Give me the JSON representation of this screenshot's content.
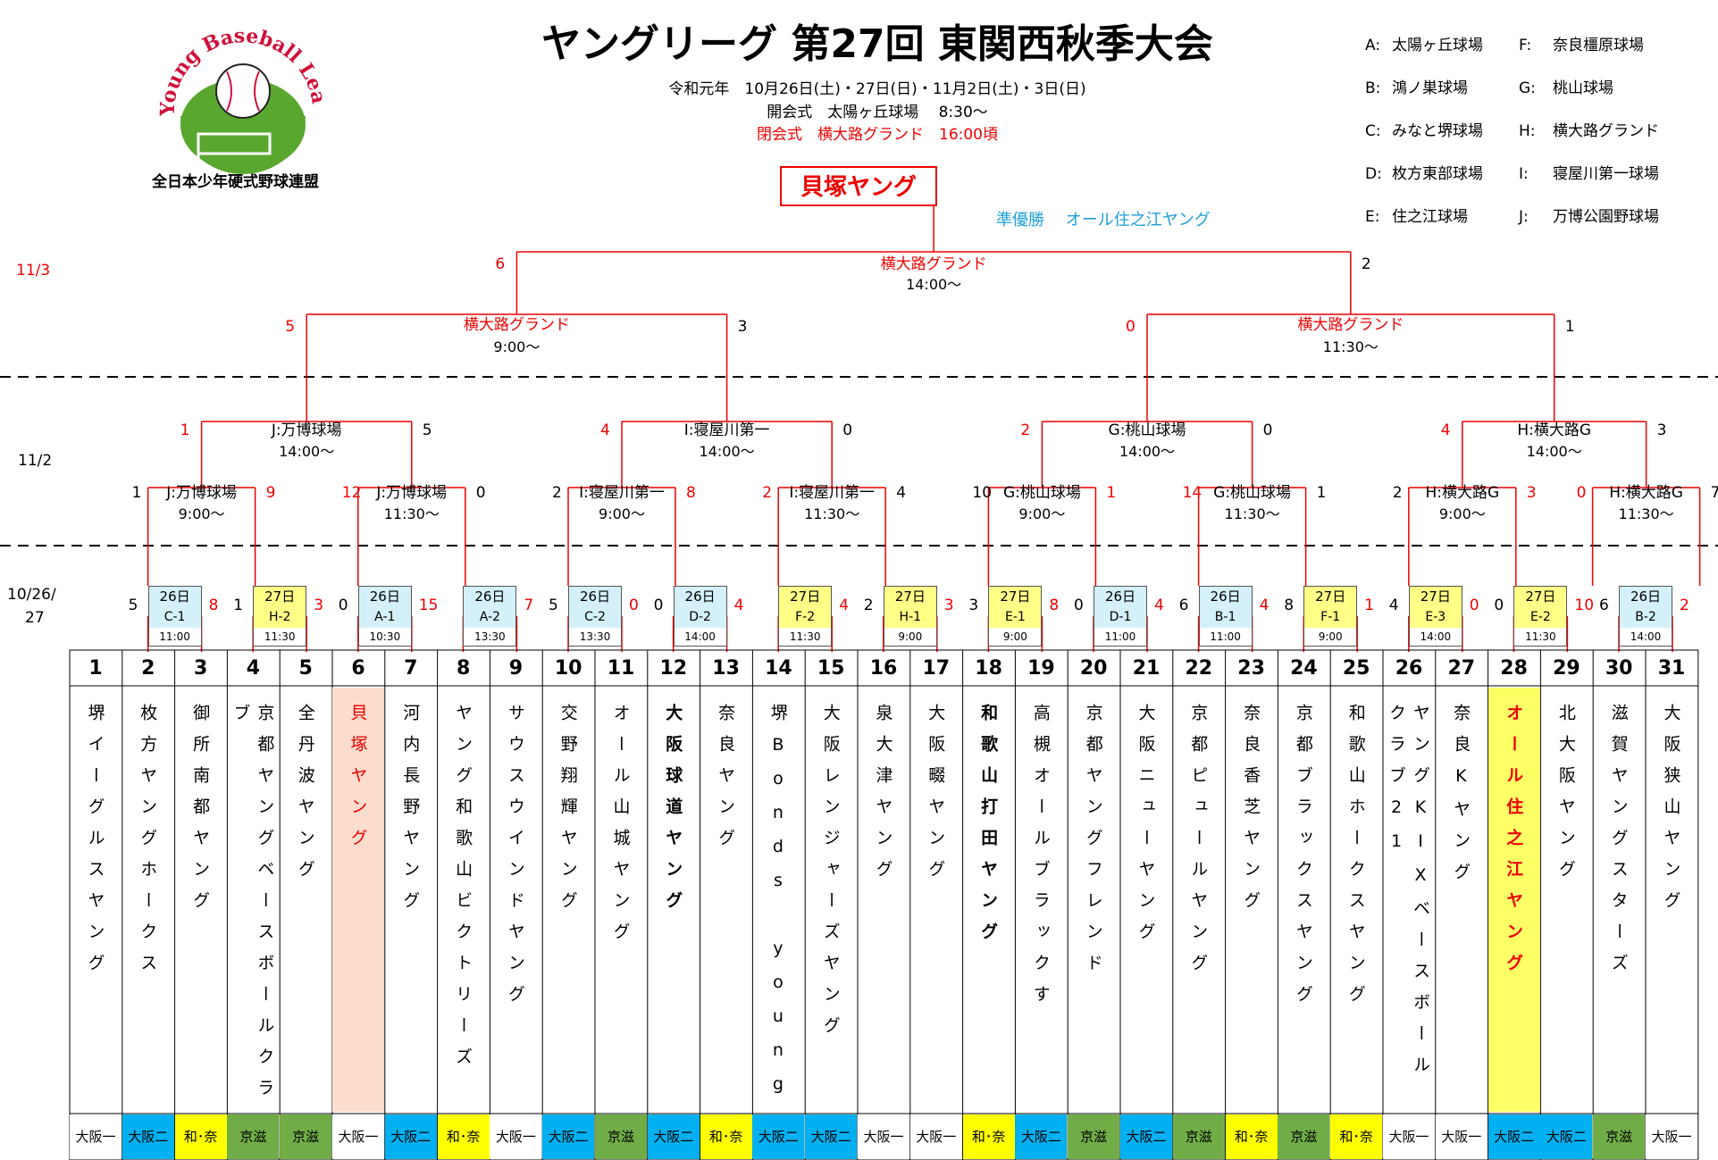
{
  "title": "ヤングリーグ 第27回 東関西秋季大会",
  "subtitle": "令和元年　10月26日(土)・27日(日)・11月2日(土)・3日(日)",
  "opening": "開会式　太陽ヶ丘球場　 8:30～",
  "closing": "閉会式　横大路グランド　16:00頃",
  "logo": {
    "arc_text": "Young Baseball League",
    "org": "全日本少年硬式野球連盟"
  },
  "champion": "貝塚ヤング",
  "runner_up": "準優勝　 オール住之江ヤング",
  "venues_legend": [
    {
      "key": "A:",
      "name": "太陽ヶ丘球場"
    },
    {
      "key": "F:",
      "name": "奈良橿原球場"
    },
    {
      "key": "B:",
      "name": "鴻ノ巣球場"
    },
    {
      "key": "G:",
      "name": "桃山球場"
    },
    {
      "key": "C:",
      "name": "みなと堺球場"
    },
    {
      "key": "H:",
      "name": "横大路グランド"
    },
    {
      "key": "D:",
      "name": "枚方東部球場"
    },
    {
      "key": "I:",
      "name": "寝屋川第一球場"
    },
    {
      "key": "E:",
      "name": "住之江球場"
    },
    {
      "key": "J:",
      "name": "万博公園野球場"
    }
  ],
  "dates": {
    "d113": "11/3",
    "d112": "11/2",
    "d1026a": "10/26/",
    "d1026b": "27"
  },
  "final": {
    "venue": "横大路グランド",
    "time": "14:00～",
    "left_score": "6",
    "right_score": "2"
  },
  "semis": [
    {
      "venue": "横大路グランド",
      "time": "9:00～",
      "left_score": "5",
      "right_score": "3"
    },
    {
      "venue": "横大路グランド",
      "time": "11:30～",
      "left_score": "0",
      "right_score": "1"
    }
  ],
  "quarters": [
    {
      "venue": "J:万博球場",
      "time": "14:00～",
      "ls": "1",
      "rs": "5"
    },
    {
      "venue": "I:寝屋川第一",
      "time": "14:00～",
      "ls": "4",
      "rs": "0"
    },
    {
      "venue": "G:桃山球場",
      "time": "14:00～",
      "ls": "2",
      "rs": "0"
    },
    {
      "venue": "H:横大路G",
      "time": "14:00～",
      "ls": "4",
      "rs": "3"
    }
  ],
  "round2": [
    {
      "venue": "J:万博球場",
      "time": "9:00～",
      "ls": "1",
      "rs": "9"
    },
    {
      "venue": "J:万博球場",
      "time": "11:30～",
      "ls": "12",
      "rs": "0"
    },
    {
      "venue": "I:寝屋川第一",
      "time": "9:00～",
      "ls": "2",
      "rs": "8"
    },
    {
      "venue": "I:寝屋川第一",
      "time": "11:30～",
      "ls": "2",
      "rs": "4"
    },
    {
      "venue": "G:桃山球場",
      "time": "9:00～",
      "ls": "10",
      "rs": "1"
    },
    {
      "venue": "G:桃山球場",
      "time": "11:30～",
      "ls": "14",
      "rs": "1"
    },
    {
      "venue": "H:横大路G",
      "time": "9:00～",
      "ls": "2",
      "rs": "3"
    },
    {
      "venue": "H:横大路G",
      "time": "11:30～",
      "ls": "0",
      "rs": "7"
    }
  ],
  "round1": [
    {
      "day": "26日",
      "code": "C-1",
      "time": "11:00",
      "ls": "5",
      "rs": "8",
      "color": "#d4f0f8"
    },
    {
      "day": "27日",
      "code": "H-2",
      "time": "11:30",
      "ls": "1",
      "rs": "3",
      "color": "#ffff88"
    },
    {
      "day": "26日",
      "code": "A-1",
      "time": "10:30",
      "ls": "0",
      "rs": "15",
      "color": "#d4f0f8"
    },
    {
      "day": "26日",
      "code": "A-2",
      "time": "13:30",
      "ls": "",
      "rs": "7",
      "color": "#d4f0f8"
    },
    {
      "day": "26日",
      "code": "C-2",
      "time": "13:30",
      "ls": "5",
      "rs": "0",
      "color": "#d4f0f8"
    },
    {
      "day": "26日",
      "code": "D-2",
      "time": "14:00",
      "ls": "0",
      "rs": "4",
      "color": "#d4f0f8"
    },
    {
      "day": "27日",
      "code": "F-2",
      "time": "11:30",
      "ls": "",
      "rs": "4",
      "color": "#ffff88"
    },
    {
      "day": "27日",
      "code": "H-1",
      "time": "9:00",
      "ls": "2",
      "rs": "3",
      "color": "#ffff88"
    },
    {
      "day": "27日",
      "code": "E-1",
      "time": "9:00",
      "ls": "3",
      "rs": "8",
      "color": "#ffff88"
    },
    {
      "day": "26日",
      "code": "D-1",
      "time": "11:00",
      "ls": "0",
      "rs": "4",
      "color": "#d4f0f8"
    },
    {
      "day": "26日",
      "code": "B-1",
      "time": "11:00",
      "ls": "6",
      "rs": "4",
      "color": "#d4f0f8"
    },
    {
      "day": "27日",
      "code": "F-1",
      "time": "9:00",
      "ls": "8",
      "rs": "1",
      "color": "#ffff88"
    },
    {
      "day": "27日",
      "code": "E-3",
      "time": "14:00",
      "ls": "4",
      "rs": "0",
      "color": "#ffff88"
    },
    {
      "day": "27日",
      "code": "E-2",
      "time": "11:30",
      "ls": "0",
      "rs": "10",
      "color": "#ffff88"
    },
    {
      "day": "26日",
      "code": "B-2",
      "time": "14:00",
      "ls": "6",
      "rs": "2",
      "color": "#d4f0f8"
    }
  ],
  "teams": [
    {
      "n": "1",
      "name": "堺イーグルスヤング",
      "region": "大阪一",
      "rc": "#ffffff"
    },
    {
      "n": "2",
      "name": "枚方ヤングホークス",
      "region": "大阪二",
      "rc": "#00b0f0"
    },
    {
      "n": "3",
      "name": "御所南都ヤング",
      "region": "和･奈",
      "rc": "#ffff00"
    },
    {
      "n": "4",
      "name": "京都ヤングベースボールクラブ",
      "region": "京滋",
      "rc": "#70ad47"
    },
    {
      "n": "5",
      "name": "全丹波ヤング",
      "region": "京滋",
      "rc": "#70ad47"
    },
    {
      "n": "6",
      "name": "貝塚ヤング",
      "region": "大阪一",
      "rc": "#ffffff",
      "hl": "hl"
    },
    {
      "n": "7",
      "name": "河内長野ヤング",
      "region": "大阪二",
      "rc": "#00b0f0"
    },
    {
      "n": "8",
      "name": "ヤング和歌山ビクトリーズ",
      "region": "和･奈",
      "rc": "#ffff00"
    },
    {
      "n": "9",
      "name": "サウスウインドヤング",
      "region": "大阪一",
      "rc": "#ffffff"
    },
    {
      "n": "10",
      "name": "交野翔輝ヤング",
      "region": "大阪二",
      "rc": "#00b0f0"
    },
    {
      "n": "11",
      "name": "オール山城ヤング",
      "region": "京滋",
      "rc": "#70ad47"
    },
    {
      "n": "12",
      "name": "大阪球道ヤング",
      "region": "大阪二",
      "rc": "#00b0f0",
      "hl": "bold"
    },
    {
      "n": "13",
      "name": "奈良ヤング",
      "region": "和･奈",
      "rc": "#ffff00"
    },
    {
      "n": "14",
      "name": "堺Bonds young",
      "region": "大阪二",
      "rc": "#00b0f0"
    },
    {
      "n": "15",
      "name": "大阪レンジャーズヤング",
      "region": "大阪二",
      "rc": "#00b0f0"
    },
    {
      "n": "16",
      "name": "泉大津ヤング",
      "region": "大阪一",
      "rc": "#ffffff"
    },
    {
      "n": "17",
      "name": "大阪畷ヤング",
      "region": "大阪一",
      "rc": "#ffffff"
    },
    {
      "n": "18",
      "name": "和歌山打田ヤング",
      "region": "和･奈",
      "rc": "#ffff00",
      "hl": "bold"
    },
    {
      "n": "19",
      "name": "高槻オールブラックす",
      "region": "大阪二",
      "rc": "#00b0f0"
    },
    {
      "n": "20",
      "name": "京都ヤングフレンド",
      "region": "京滋",
      "rc": "#70ad47"
    },
    {
      "n": "21",
      "name": "大阪ニューヤング",
      "region": "大阪二",
      "rc": "#00b0f0"
    },
    {
      "n": "22",
      "name": "京都ピュールヤング",
      "region": "京滋",
      "rc": "#70ad47"
    },
    {
      "n": "23",
      "name": "奈良香芝ヤング",
      "region": "和･奈",
      "rc": "#ffff00"
    },
    {
      "n": "24",
      "name": "京都ブラックスヤング",
      "region": "京滋",
      "rc": "#70ad47"
    },
    {
      "n": "25",
      "name": "和歌山ホークスヤング",
      "region": "和･奈",
      "rc": "#ffff00"
    },
    {
      "n": "26",
      "name": "ヤングKIXベースボールクラブ21",
      "region": "大阪一",
      "rc": "#ffffff"
    },
    {
      "n": "27",
      "name": "奈良Kヤング",
      "region": "大阪一",
      "rc": "#ffffff"
    },
    {
      "n": "28",
      "name": "オール住之江ヤング",
      "region": "大阪二",
      "rc": "#00b0f0",
      "hl": "hl2"
    },
    {
      "n": "29",
      "name": "北大阪ヤング",
      "region": "大阪二",
      "rc": "#00b0f0"
    },
    {
      "n": "30",
      "name": "滋賀ヤングスターズ",
      "region": "京滋",
      "rc": "#70ad47"
    },
    {
      "n": "31",
      "name": "大阪狭山ヤング",
      "region": "大阪一",
      "rc": "#ffffff"
    }
  ]
}
